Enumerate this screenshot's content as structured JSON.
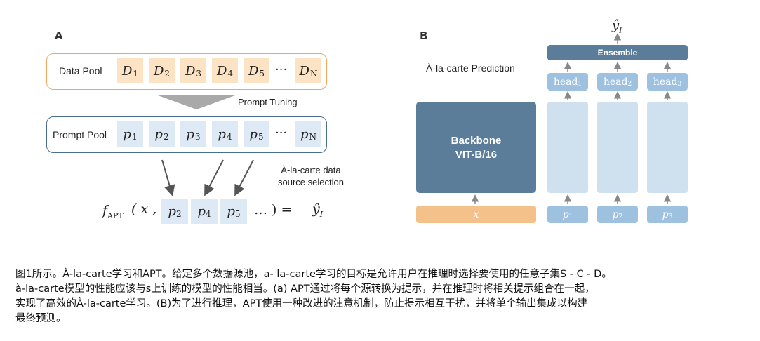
{
  "panel_a": {
    "letter": "A",
    "data_pool_label": "Data Pool",
    "data_cells": [
      {
        "base": "D",
        "sub": "1"
      },
      {
        "base": "D",
        "sub": "2"
      },
      {
        "base": "D",
        "sub": "3"
      },
      {
        "base": "D",
        "sub": "4"
      },
      {
        "base": "D",
        "sub": "5"
      },
      {
        "base": "D",
        "sub": "N"
      }
    ],
    "ellipsis": "···",
    "prompt_tuning_label": "Prompt Tuning",
    "prompt_pool_label": "Prompt Pool",
    "prompt_cells": [
      {
        "base": "p",
        "sub": "1"
      },
      {
        "base": "p",
        "sub": "2"
      },
      {
        "base": "p",
        "sub": "3"
      },
      {
        "base": "p",
        "sub": "4"
      },
      {
        "base": "p",
        "sub": "5"
      },
      {
        "base": "p",
        "sub": "N"
      }
    ],
    "selection_label_line1": "À-la-carte data",
    "selection_label_line2": "source selection",
    "formula": {
      "f": "f",
      "f_sub": "APT",
      "open": "( x ,",
      "cells": [
        {
          "base": "p",
          "sub": "2"
        },
        {
          "base": "p",
          "sub": "4"
        },
        {
          "base": "p",
          "sub": "5"
        }
      ],
      "close": "… )  =",
      "y": "ŷ",
      "y_sub": "I"
    }
  },
  "panel_b": {
    "letter": "B",
    "title": "À-la-carte Prediction",
    "output": "ŷ",
    "output_sub": "I",
    "ensemble_label": "Ensemble",
    "heads": [
      {
        "base": "head",
        "sub": "1"
      },
      {
        "base": "head",
        "sub": "2"
      },
      {
        "base": "head",
        "sub": "3"
      }
    ],
    "backbone_line1": "Backbone",
    "backbone_line2": "VIT-B/16",
    "input_x": "x",
    "inputs": [
      {
        "base": "p",
        "sub": "1"
      },
      {
        "base": "p",
        "sub": "2"
      },
      {
        "base": "p",
        "sub": "3"
      }
    ]
  },
  "caption": {
    "line1": "图1所示。À-la-carte学习和APT。给定多个数据源池，a- la-carte学习的目标是允许用户在推理时选择要使用的任意子集S - C - D。",
    "line2": "à-la-carte模型的性能应该与s上训练的模型的性能相当。(a) APT通过将每个源转换为提示，并在推理时将相关提示组合在一起，",
    "line3": "实现了高效的À-la-carte学习。(B)为了进行推理，APT使用一种改进的注意机制，防止提示相互干扰，并将单个输出集成以构建",
    "line4": "最终预测。"
  },
  "colors": {
    "data_cell": "#fbe3c4",
    "prompt_cell": "#dde9f4",
    "data_pool_border": "#f0a860",
    "prompt_pool_border": "#4a6f8e",
    "backbone": "#5b7d99",
    "head": "#9fc1e0",
    "column": "#cfe0ef",
    "input_x": "#f5c18a"
  }
}
